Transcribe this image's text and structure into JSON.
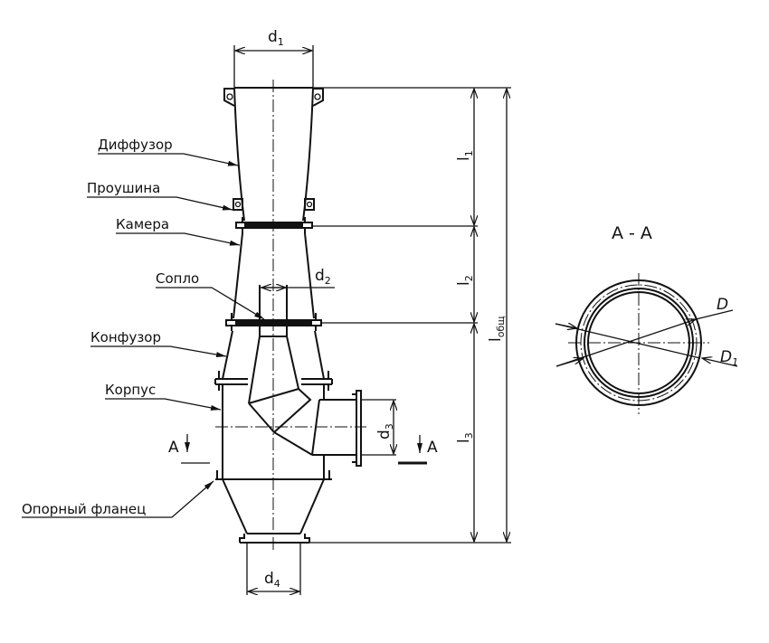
{
  "labels": {
    "diffuser": "Диффузор",
    "lug": "Проушина",
    "chamber": "Камера",
    "nozzle": "Сопло",
    "confuser": "Конфузор",
    "body": "Корпус",
    "support_flange": "Опорный фланец"
  },
  "dims": {
    "d1": {
      "base": "d",
      "sub": "1"
    },
    "d2": {
      "base": "d",
      "sub": "2"
    },
    "d3": {
      "base": "d",
      "sub": "3"
    },
    "d4": {
      "base": "d",
      "sub": "4"
    },
    "l1": {
      "base": "l",
      "sub": "1"
    },
    "l2": {
      "base": "l",
      "sub": "2"
    },
    "l3": {
      "base": "l",
      "sub": "3"
    },
    "ltotal": {
      "base": "l",
      "sub": "общ"
    },
    "D": {
      "base": "D"
    },
    "D1": {
      "base": "D",
      "sub": "1"
    }
  },
  "section": {
    "title": "А - А",
    "mark": "А"
  }
}
